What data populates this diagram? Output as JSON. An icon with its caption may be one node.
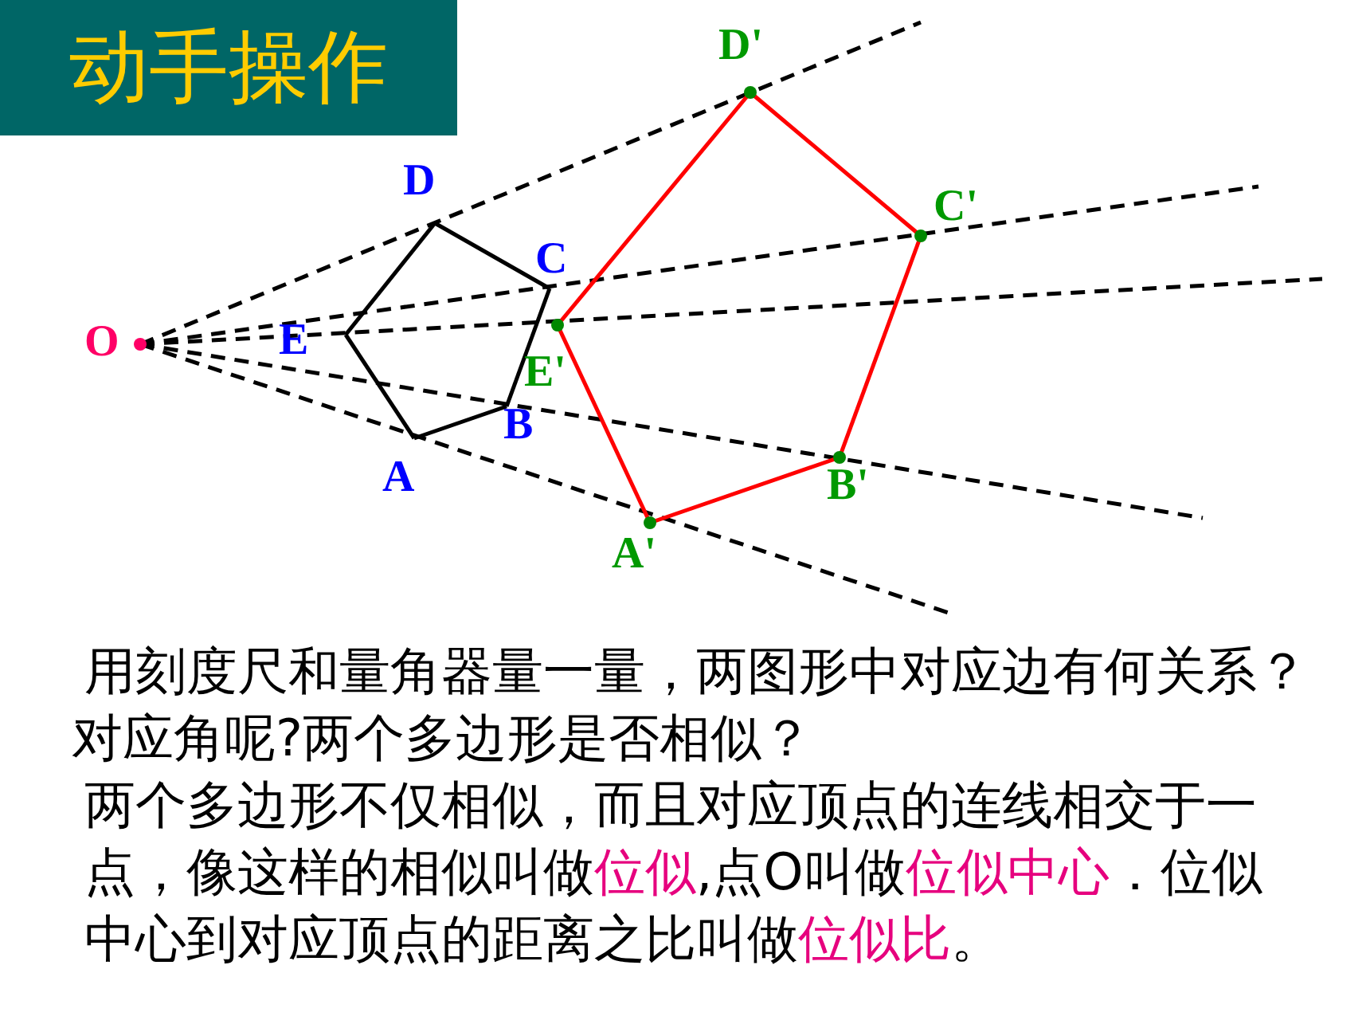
{
  "diagram": {
    "title": "动手操作",
    "nodes": [
      {
        "text": [
          "O"
        ]
      },
      {
        "text": [
          "A"
        ]
      },
      {
        "text": [
          "B"
        ]
      },
      {
        "text": [
          "C"
        ]
      },
      {
        "text": [
          "D"
        ]
      },
      {
        "text": [
          "E"
        ]
      },
      {
        "text": [
          "A'"
        ]
      },
      {
        "text": [
          "B'"
        ]
      },
      {
        "text": [
          "C'"
        ]
      },
      {
        "text": [
          "D'"
        ]
      },
      {
        "text": [
          "E'"
        ]
      }
    ],
    "edges": [
      {
        "from": 0,
        "to": null,
        "arrow": "none",
        "style": "dashed"
      },
      {
        "from": 0,
        "to": null,
        "arrow": "none",
        "style": "dashed"
      },
      {
        "from": 0,
        "to": null,
        "arrow": "none",
        "style": "dashed"
      },
      {
        "from": 0,
        "to": null,
        "arrow": "none",
        "style": "dashed"
      },
      {
        "from": 0,
        "to": null,
        "arrow": "none",
        "style": "dashed"
      },
      {
        "from": 1,
        "to": 2,
        "arrow": "none"
      },
      {
        "from": 2,
        "to": 3,
        "arrow": "none"
      },
      {
        "from": 3,
        "to": 4,
        "arrow": "none"
      },
      {
        "from": 4,
        "to": 5,
        "arrow": "none"
      },
      {
        "from": 5,
        "to": 1,
        "arrow": "none"
      },
      {
        "from": 6,
        "to": 7,
        "arrow": "none",
        "color": "#ff0000"
      },
      {
        "from": 7,
        "to": 8,
        "arrow": "none",
        "color": "#ff0000"
      },
      {
        "from": 8,
        "to": 9,
        "arrow": "none",
        "color": "#ff0000"
      },
      {
        "from": 9,
        "to": 10,
        "arrow": "none",
        "color": "#ff0000"
      },
      {
        "from": 10,
        "to": 6,
        "arrow": "none",
        "color": "#ff0000"
      }
    ],
    "labels": [
      "用刻度尺和量角器量一量，两图形中对应边有何关系？对应角呢?两个多边形是否相似？",
      "两个多边形不仅相似，而且对应顶点的连线相交于一点，像这样的相似叫做**位似**,点O叫做**位似中心**．位似中心到对应顶点的距离之比叫做**位似比**。"
    ]
  }
}
